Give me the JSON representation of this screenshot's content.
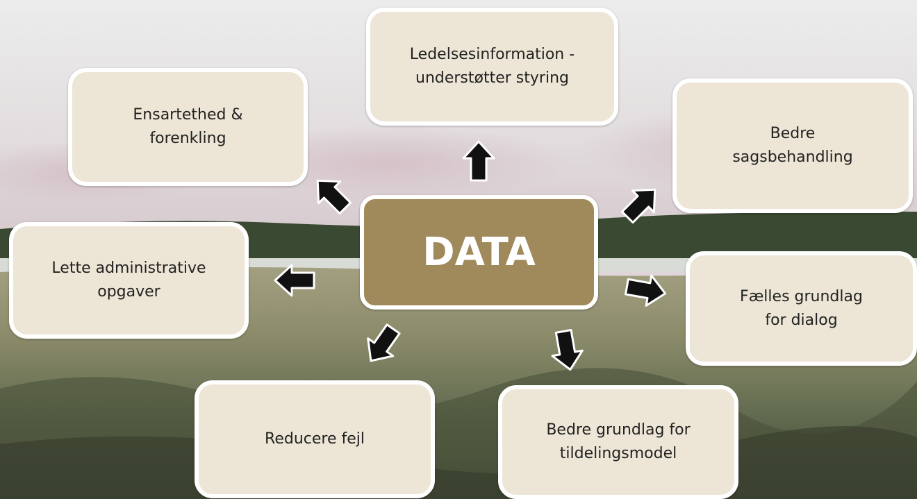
{
  "center": {
    "label": "DATA"
  },
  "nodes": [
    {
      "key": "ledelse",
      "label": "Ledelsesinformation -\nunderstøtter styring"
    },
    {
      "key": "ensartethed",
      "label": "Ensartethed &\nforenkling"
    },
    {
      "key": "sagsbehandling",
      "label": "Bedre\nsagsbehandling"
    },
    {
      "key": "administrative",
      "label": "Lette administrative\nopgaver"
    },
    {
      "key": "dialog",
      "label": "Fælles grundlag\nfor dialog"
    },
    {
      "key": "fejl",
      "label": "Reducere fejl"
    },
    {
      "key": "tildeling",
      "label": "Bedre grundlag for\ntildelingsmodel"
    }
  ],
  "colors": {
    "center_fill": "#a0895a",
    "node_fill": "#ede6d6",
    "border": "#ffffff",
    "arrow": "#111111"
  }
}
